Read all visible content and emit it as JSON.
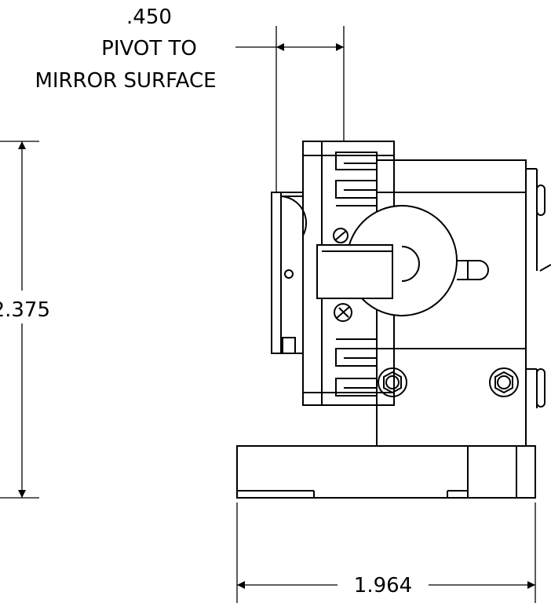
{
  "dimensions": {
    "pivot_value": ".450",
    "pivot_line1": "PIVOT TO",
    "pivot_line2": "MIRROR SURFACE",
    "height_value": "2.375",
    "width_value": "1.964"
  },
  "colors": {
    "line": "#000000",
    "background": "#ffffff"
  }
}
